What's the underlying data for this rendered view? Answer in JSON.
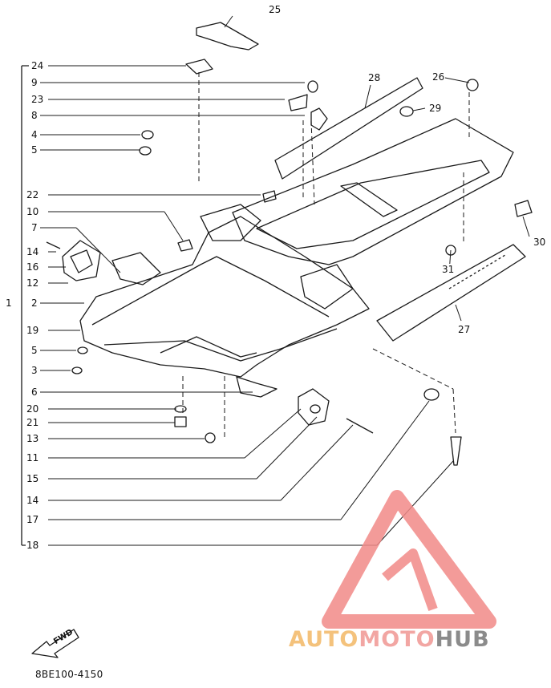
{
  "diagram": {
    "part_code": "8BE100-4150",
    "fwd_label": "FWD",
    "brand": {
      "part1": "AUTO",
      "part2": "MOTO",
      "part3": "HUB",
      "colors": {
        "auto": "#f4c27c",
        "moto": "#f2a6a3",
        "hub": "#8b8b8b",
        "logo": "#f28a88"
      }
    },
    "callouts": [
      {
        "id": "c25",
        "label": "25"
      },
      {
        "id": "c24",
        "label": "24"
      },
      {
        "id": "c9",
        "label": "9"
      },
      {
        "id": "c23",
        "label": "23"
      },
      {
        "id": "c8",
        "label": "8"
      },
      {
        "id": "c4",
        "label": "4"
      },
      {
        "id": "c5a",
        "label": "5"
      },
      {
        "id": "c22",
        "label": "22"
      },
      {
        "id": "c10",
        "label": "10"
      },
      {
        "id": "c7",
        "label": "7"
      },
      {
        "id": "c14a",
        "label": "14"
      },
      {
        "id": "c16",
        "label": "16"
      },
      {
        "id": "c12",
        "label": "12"
      },
      {
        "id": "c1",
        "label": "1"
      },
      {
        "id": "c2",
        "label": "2"
      },
      {
        "id": "c19",
        "label": "19"
      },
      {
        "id": "c5b",
        "label": "5"
      },
      {
        "id": "c3",
        "label": "3"
      },
      {
        "id": "c6",
        "label": "6"
      },
      {
        "id": "c20",
        "label": "20"
      },
      {
        "id": "c21",
        "label": "21"
      },
      {
        "id": "c13",
        "label": "13"
      },
      {
        "id": "c11",
        "label": "11"
      },
      {
        "id": "c15",
        "label": "15"
      },
      {
        "id": "c14b",
        "label": "14"
      },
      {
        "id": "c17",
        "label": "17"
      },
      {
        "id": "c18",
        "label": "18"
      },
      {
        "id": "c28",
        "label": "28"
      },
      {
        "id": "c26",
        "label": "26"
      },
      {
        "id": "c29",
        "label": "29"
      },
      {
        "id": "c30",
        "label": "30"
      },
      {
        "id": "c31",
        "label": "31"
      },
      {
        "id": "c27",
        "label": "27"
      }
    ]
  }
}
